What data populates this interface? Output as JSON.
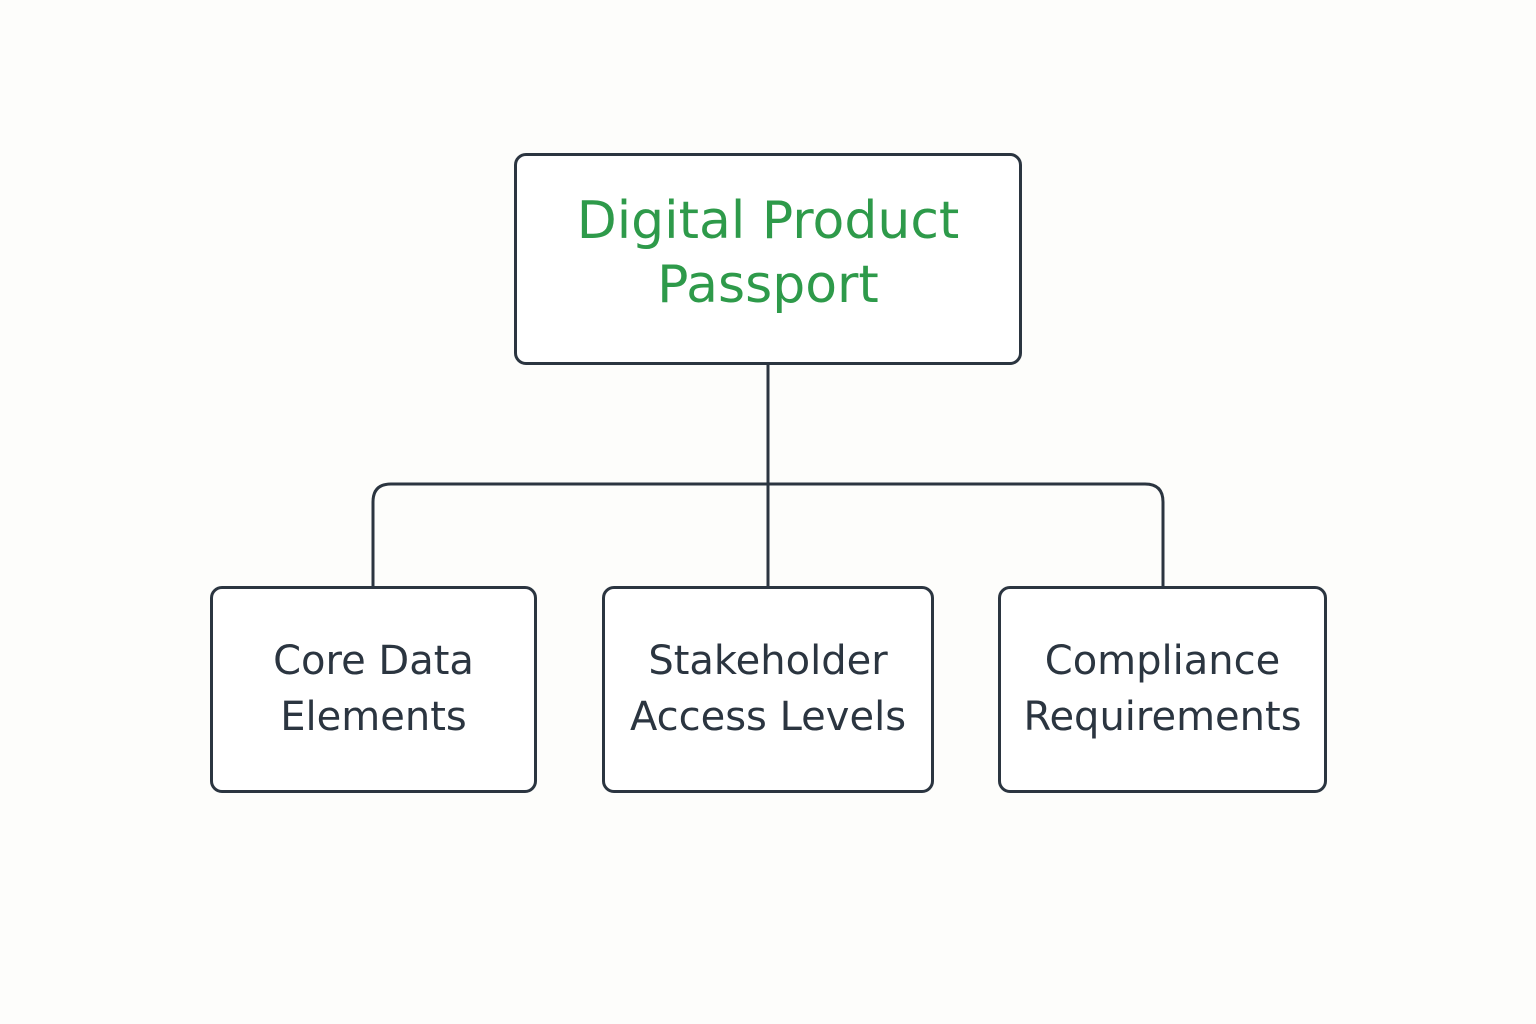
{
  "colors": {
    "root_text": "#2e9a4a",
    "child_text": "#2b3540",
    "stroke": "#2b3540",
    "background": "#fdfdfb"
  },
  "root": {
    "label": "Digital Product\nPassport"
  },
  "children": [
    {
      "label": "Core Data\nElements"
    },
    {
      "label": "Stakeholder\nAccess Levels"
    },
    {
      "label": "Compliance\nRequirements"
    }
  ]
}
